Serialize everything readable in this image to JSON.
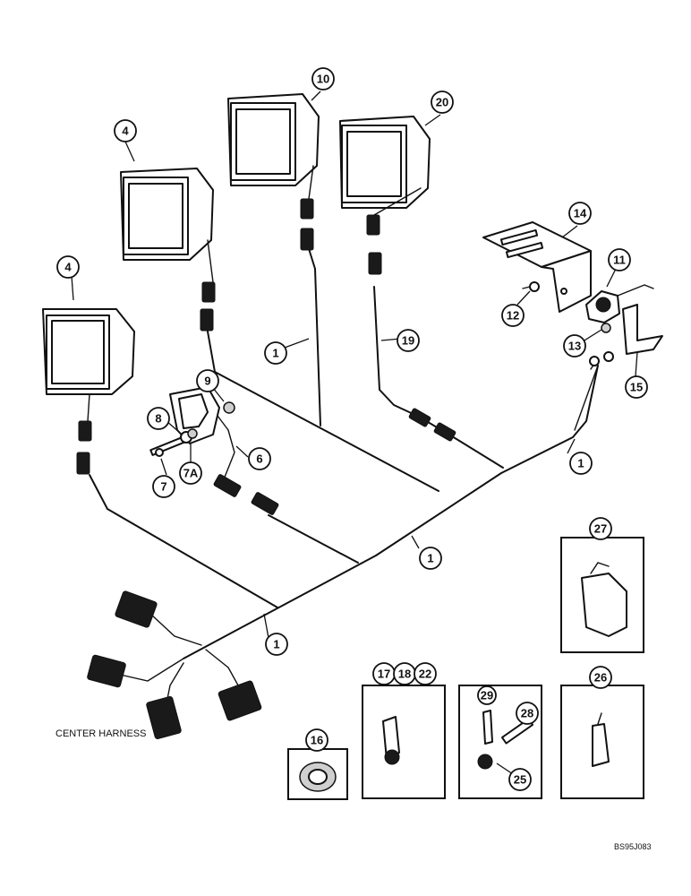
{
  "callouts": {
    "c4a": "4",
    "c4b": "4",
    "c10": "10",
    "c20": "20",
    "c14": "14",
    "c11": "11",
    "c12": "12",
    "c13": "13",
    "c15": "15",
    "c9": "9",
    "c8": "8",
    "c6": "6",
    "c7": "7",
    "c7a": "7A",
    "c1a": "1",
    "c1b": "1",
    "c1c": "1",
    "c1d": "1",
    "c19": "19",
    "c27": "27",
    "c17": "17",
    "c18": "18",
    "c22": "22",
    "c29": "29",
    "c28": "28",
    "c25": "25",
    "c26": "26",
    "c16": "16"
  },
  "labels": {
    "center_harness": "CENTER HARNESS",
    "drawing_code": "BS95J083"
  }
}
